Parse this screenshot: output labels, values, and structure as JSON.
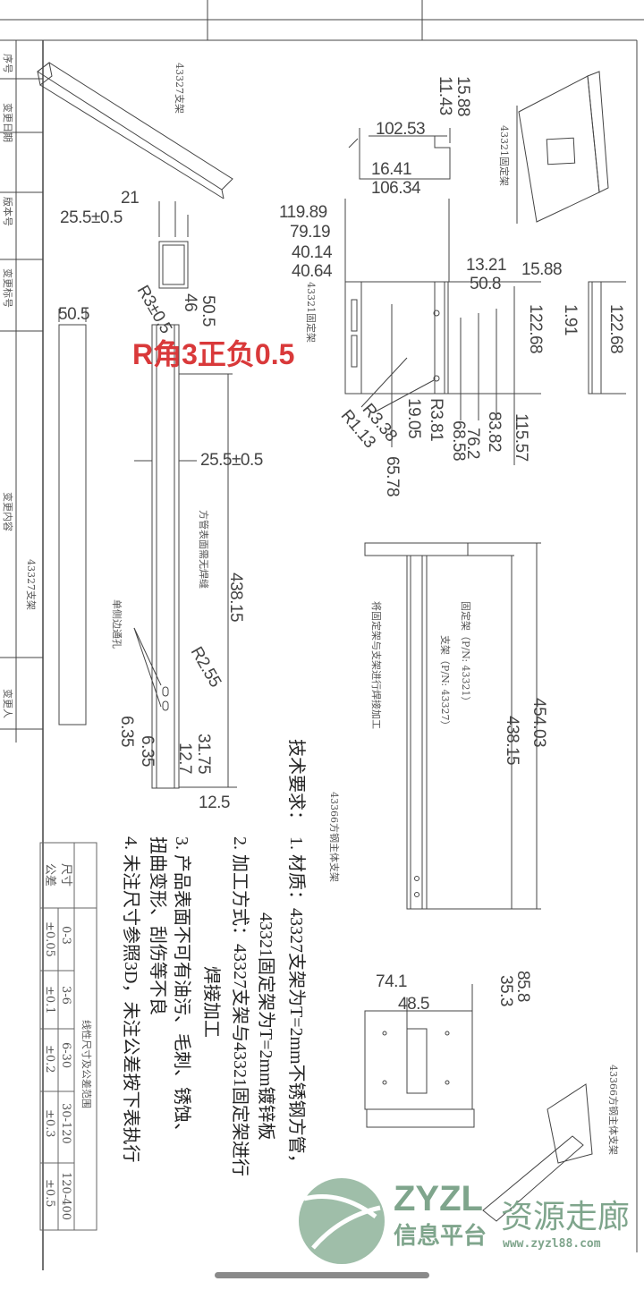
{
  "revision_table": {
    "headers": [
      "序号",
      "变更日期",
      "版本号",
      "变更标号",
      "变更内容",
      "变更人"
    ]
  },
  "views": {
    "tube_label_top": "43327支架",
    "tube_label_side": "43327支架",
    "bracket_label_iso": "43321固定架",
    "bracket_label_plan": "43321固定架",
    "assembly_label": "43366方钢主体支架",
    "assembly_iso_label": "43366方钢主体支架"
  },
  "annotations": {
    "red_note": "R角3正负0.5",
    "no_weld_seam": "方管表面需无焊缝",
    "single_side_hole": "单侧边通孔",
    "fixed_frame_pn": "固定架（P/N: 43321）",
    "bracket_pn": "支架（P/N: 43327）",
    "weld_note": "将固定架与支架进行焊接加工"
  },
  "dimensions": {
    "tube": [
      "21",
      "25.5±0.5",
      "50.5",
      "46",
      "50.5",
      "R3±0.5",
      "25.5±0.5",
      "438.15",
      "R2.55",
      "6.35",
      "6.35",
      "31.75",
      "12.7",
      "12.5"
    ],
    "bracket_top": [
      "15.88",
      "11.43",
      "102.53",
      "16.41",
      "106.34"
    ],
    "bracket_plan": [
      "119.89",
      "79.19",
      "40.14",
      "40.64",
      "13.21",
      "50.8",
      "122.68",
      "R1.13",
      "R3.38",
      "19.05",
      "R3.81",
      "68.58",
      "76.2",
      "83.82",
      "115.57",
      "65.78"
    ],
    "bracket_side": [
      "15.88",
      "1.91",
      "122.68"
    ],
    "assembly": [
      "454.03",
      "438.15"
    ],
    "assembly_end": [
      "85.8",
      "35.3",
      "74.1",
      "48.5"
    ]
  },
  "requirements": {
    "title": "技术要求：",
    "lines": [
      "1. 材质：43327支架为T=2mm不锈钢方管，",
      "43321固定架为T=2mm镀锌板",
      "2. 加工方式：43327支架与43321固定架进行",
      "焊接加工",
      "3. 产品表面不可有油污、毛刺、锈蚀、",
      "扭曲变形、刮伤等不良",
      "4. 未注尺寸参照3D，未注公差按下表执行"
    ]
  },
  "tolerance_table": {
    "title": "线性尺寸及公差范围",
    "row_labels": [
      "尺寸",
      "公差"
    ],
    "sizes": [
      "0-3",
      "3-6",
      "6-30",
      "30-120",
      "120-400"
    ],
    "tolerances": [
      "±0.05",
      "±0.1",
      "±0.2",
      "±0.3",
      "±0.5"
    ]
  },
  "watermark": {
    "brand": "ZYZL",
    "sub": "信息平台",
    "cn_name": "资源走廊",
    "url": "www.zyzl88.com",
    "color": "#7fa58c"
  }
}
